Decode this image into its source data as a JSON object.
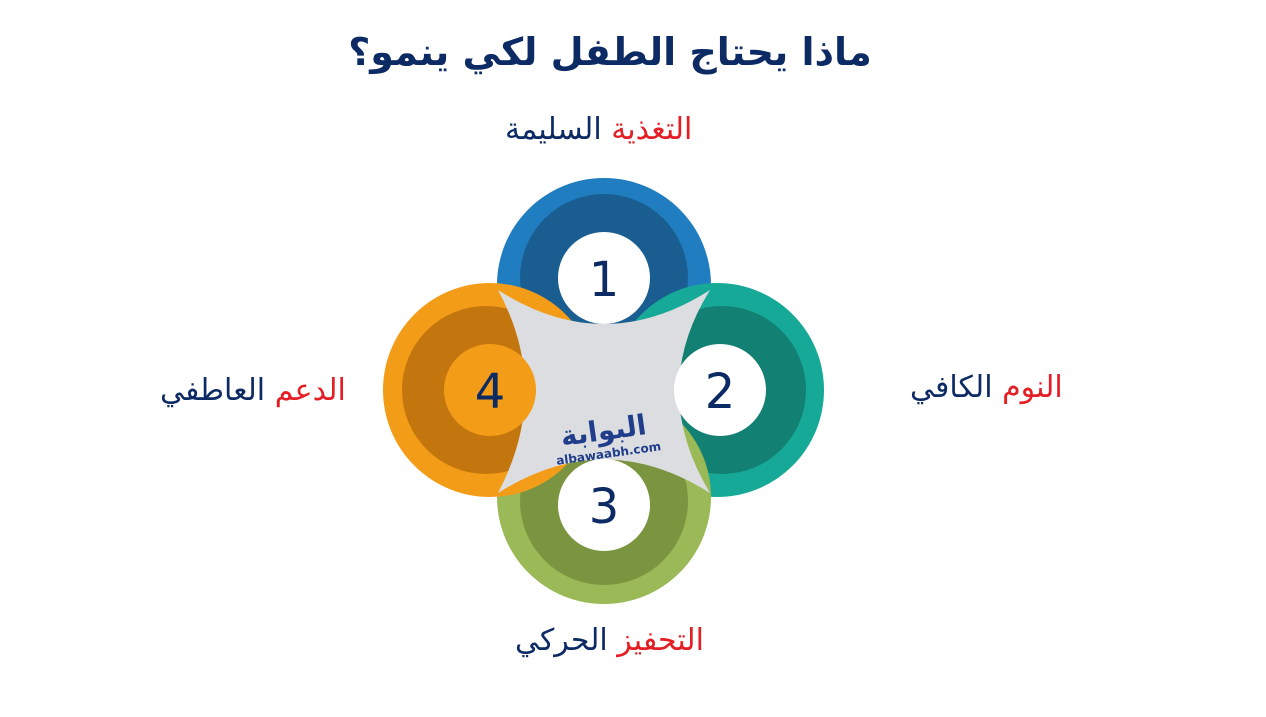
{
  "title": "ماذا يحتاج الطفل لكي ينمو؟",
  "items": [
    {
      "number": "1",
      "highlight": "التغذية",
      "rest": "السليمة",
      "colors": {
        "outer": "#1f7dc0",
        "inner": "#195d91"
      }
    },
    {
      "number": "2",
      "highlight": "النوم",
      "rest": "الكافي",
      "colors": {
        "outer": "#17a997",
        "inner": "#128072"
      }
    },
    {
      "number": "3",
      "highlight": "التحفيز",
      "rest": "الحركي",
      "colors": {
        "outer": "#9bb956",
        "inner": "#7a9440"
      }
    },
    {
      "number": "4",
      "highlight": "الدعم",
      "rest": "العاطفي",
      "colors": {
        "outer": "#f39c18",
        "inner": "#c4760e"
      }
    }
  ],
  "logo": {
    "arabic": "البوابة",
    "url": "albawaabh.com"
  }
}
